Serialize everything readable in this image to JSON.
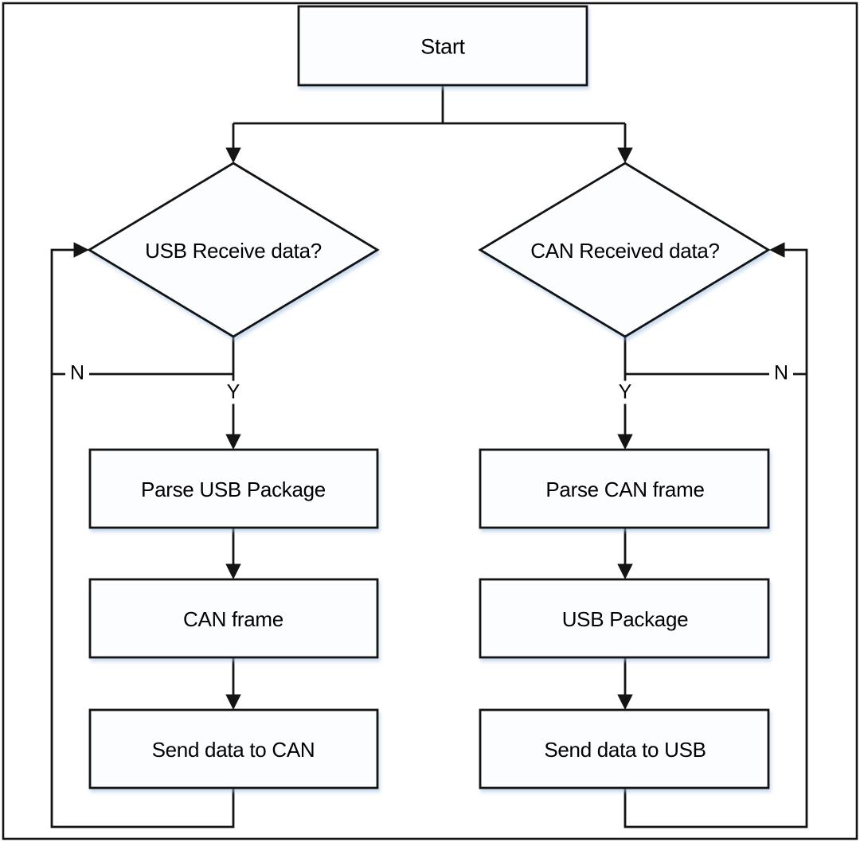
{
  "diagram": {
    "start": {
      "label": "Start"
    },
    "left_branch": {
      "decision": "USB Receive data?",
      "yes_label": "Y",
      "no_label": "N",
      "steps": [
        "Parse USB Package",
        "CAN frame",
        "Send data to CAN"
      ]
    },
    "right_branch": {
      "decision": "CAN Received data?",
      "yes_label": "Y",
      "no_label": "N",
      "steps": [
        "Parse CAN frame",
        "USB Package",
        "Send data to USB"
      ]
    },
    "colors": {
      "line": "#141414",
      "shape_fill": "#fcfdff",
      "shadow_tint": "#9ebee4"
    }
  }
}
